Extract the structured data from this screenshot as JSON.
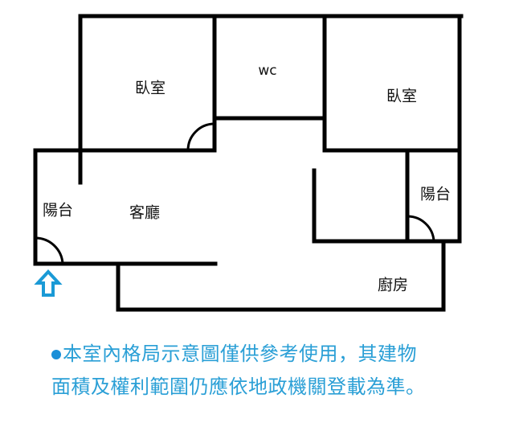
{
  "rooms": {
    "bedroom_left": "臥室",
    "wc": "wc",
    "bedroom_right": "臥室",
    "balcony_left": "陽台",
    "living_room": "客廳",
    "balcony_right": "陽台",
    "kitchen": "廚房"
  },
  "entrance": {
    "icon": "up-arrow-icon",
    "color": "#1a9ad6"
  },
  "note": {
    "line1": "本室內格局示意圖僅供參考使用，其建物",
    "line2": "面積及權利範圍仍應依地政機關登載為準。",
    "color": "#2a9fd6"
  }
}
